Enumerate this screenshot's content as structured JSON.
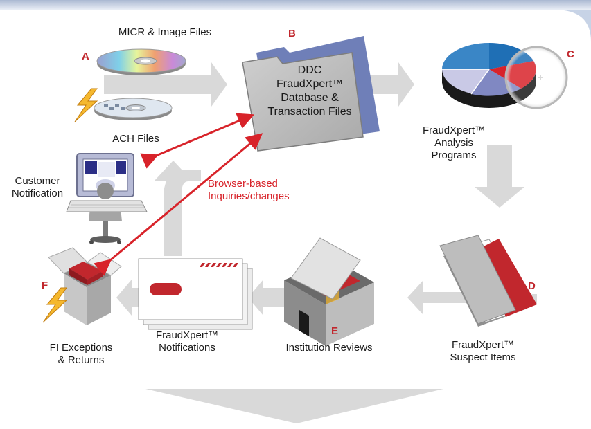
{
  "steps": {
    "a": {
      "letter": "A",
      "label": "MICR & Image Files"
    },
    "ach": {
      "label": "ACH Files"
    },
    "b": {
      "letter": "B",
      "line1": "DDC",
      "line2": "FraudXpert™",
      "line3": "Database &",
      "line4": "Transaction Files"
    },
    "c": {
      "letter": "C",
      "line1": "FraudXpert™",
      "line2": "Analysis",
      "line3": "Programs"
    },
    "d": {
      "letter": "D",
      "line1": "FraudXpert™",
      "line2": "Suspect Items"
    },
    "e": {
      "letter": "E",
      "label": "Institution Reviews"
    },
    "notifications": {
      "line1": "FraudXpert™",
      "line2": "Notifications"
    },
    "f": {
      "letter": "F",
      "line1": "FI Exceptions",
      "line2": "& Returns"
    },
    "customer": {
      "line1": "Customer",
      "line2": "Notification"
    }
  },
  "browser_note": {
    "line1": "Browser-based",
    "line2": "Inquiries/changes"
  },
  "colors": {
    "accent_red": "#d8232a",
    "letter_red": "#c1272d",
    "flow_gray": "#d9d9d9",
    "top_band": "#c7d3e6"
  }
}
